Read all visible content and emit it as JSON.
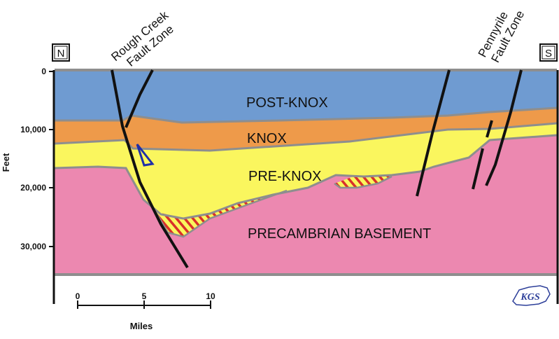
{
  "orientation": {
    "left": "N",
    "right": "S"
  },
  "faults": {
    "rough_creek": {
      "line1": "Rough Creek",
      "line2": "Fault Zone"
    },
    "pennyrile": {
      "line1": "Pennyrile",
      "line2": "Fault Zone"
    }
  },
  "units": {
    "post_knox": {
      "label": "POST-KNOX",
      "color": "#6F9BD1"
    },
    "knox": {
      "label": "KNOX",
      "color": "#EE9A4A"
    },
    "pre_knox": {
      "label": "PRE-KNOX",
      "color": "#FAF65E"
    },
    "basement": {
      "label": "PRECAMBRIAN BASEMENT",
      "color": "#EC88B0"
    }
  },
  "depth_axis": {
    "title": "Feet",
    "ticks": [
      "0",
      "10,000",
      "20,000",
      "30,000"
    ]
  },
  "scale_bar": {
    "title": "Miles",
    "ticks": [
      "0",
      "5",
      "10"
    ]
  },
  "logo": {
    "text": "KGS",
    "color": "#2C3E99"
  }
}
